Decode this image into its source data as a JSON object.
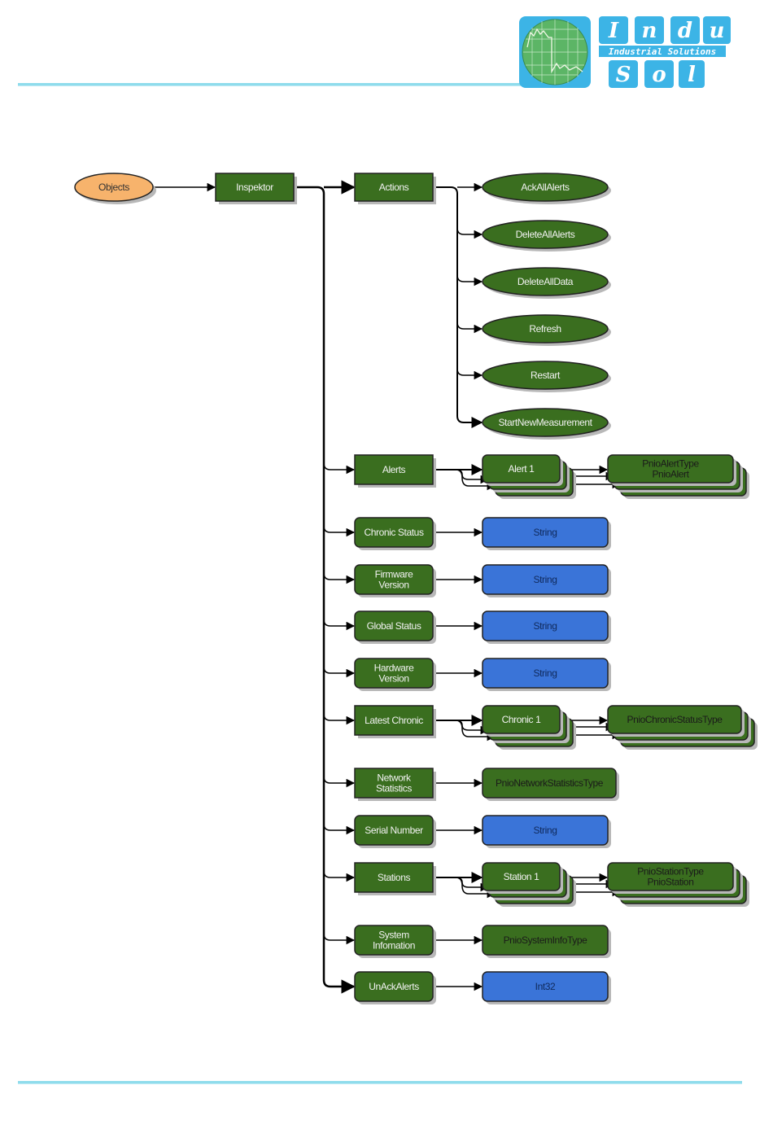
{
  "document": {
    "logo": {
      "letters_top": [
        "I",
        "n",
        "d",
        "u"
      ],
      "tagline": "Industrial Solutions",
      "letters_bottom": [
        "S",
        "o",
        "l"
      ],
      "brand_color": "#3cb4e6",
      "globe_color": "#5cb566"
    },
    "rule_color": "#8fdcec"
  },
  "colors": {
    "green": "#3a6e1f",
    "blue": "#3a74d8",
    "orange": "#f7b36c",
    "border": "#222222",
    "edge": "#000000",
    "shadow": "#b8b8b8"
  },
  "diagram": {
    "root": {
      "label": "Objects",
      "shape": "ellipse",
      "color": "orange"
    },
    "inspector": {
      "label": "Inspektor",
      "shape": "rect",
      "color": "green"
    },
    "actions": {
      "label": "Actions",
      "methods": [
        "AckAllAlerts",
        "DeleteAllAlerts",
        "DeleteAllData",
        "Refresh",
        "Restart",
        "StartNewMeasurement"
      ]
    },
    "children": [
      {
        "label": "Alerts",
        "shape": "rect",
        "child": {
          "label": "Alert 1",
          "stacked": true
        },
        "type": {
          "label": "PnioAlertType\nPnioAlert",
          "stacked": true
        }
      },
      {
        "label": "Chronic Status",
        "shape": "round",
        "type": {
          "label": "String",
          "color": "blue"
        }
      },
      {
        "label": "Firmware\nVersion",
        "shape": "round",
        "type": {
          "label": "String",
          "color": "blue"
        }
      },
      {
        "label": "Global Status",
        "shape": "round",
        "type": {
          "label": "String",
          "color": "blue"
        }
      },
      {
        "label": "Hardware\nVersion",
        "shape": "round",
        "type": {
          "label": "String",
          "color": "blue"
        }
      },
      {
        "label": "Latest Chronic",
        "shape": "rect",
        "child": {
          "label": "Chronic 1",
          "stacked": true
        },
        "type": {
          "label": "PnioChronicStatusType",
          "stacked": true
        }
      },
      {
        "label": "Network\nStatistics",
        "shape": "rect",
        "type": {
          "label": "PnioNetworkStatisticsType",
          "color": "green"
        }
      },
      {
        "label": "Serial Number",
        "shape": "round",
        "type": {
          "label": "String",
          "color": "blue"
        }
      },
      {
        "label": "Stations",
        "shape": "rect",
        "child": {
          "label": "Station 1",
          "stacked": true
        },
        "type": {
          "label": "PnioStationType\nPnioStation",
          "stacked": true
        }
      },
      {
        "label": "System\nInfomation",
        "shape": "round",
        "type": {
          "label": "PnioSystemInfoType",
          "color": "green"
        }
      },
      {
        "label": "UnAckAlerts",
        "shape": "round",
        "type": {
          "label": "Int32",
          "color": "blue"
        }
      }
    ]
  }
}
